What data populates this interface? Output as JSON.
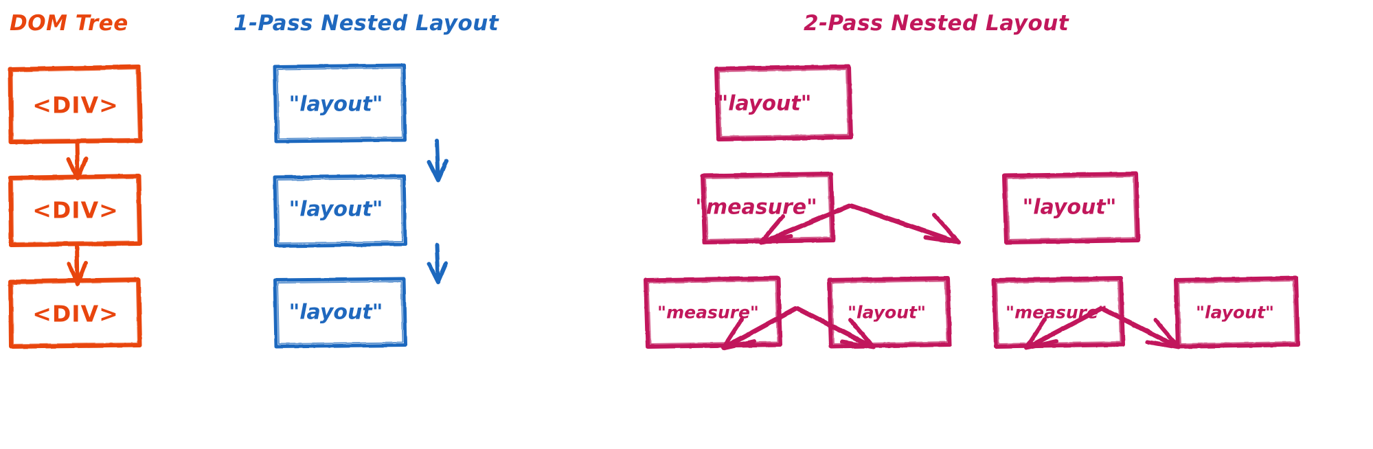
{
  "diagram": {
    "title_dom": "DOM Tree",
    "title_one_pass": "1-Pass Nested Layout",
    "title_two_pass": "2-Pass Nested Layout",
    "colors": {
      "dom": "#E8450E",
      "one_pass": "#1F68BE",
      "two_pass": "#C1175B",
      "background": "#FFFFFF"
    },
    "columns": [
      {
        "id": "dom-tree",
        "title": "DOM Tree",
        "color": "#E8450E",
        "kind": "chain",
        "nodes": [
          {
            "id": "dom-1",
            "label": "<DIV>"
          },
          {
            "id": "dom-2",
            "label": "<DIV>"
          },
          {
            "id": "dom-3",
            "label": "<DIV>"
          }
        ],
        "edges": [
          {
            "from": "dom-1",
            "to": "dom-2"
          },
          {
            "from": "dom-2",
            "to": "dom-3"
          }
        ]
      },
      {
        "id": "one-pass",
        "title": "1-Pass Nested Layout",
        "color": "#1F68BE",
        "kind": "chain",
        "nodes": [
          {
            "id": "op-1",
            "label": "\"layout\""
          },
          {
            "id": "op-2",
            "label": "\"layout\""
          },
          {
            "id": "op-3",
            "label": "\"layout\""
          }
        ],
        "edges": [
          {
            "from": "op-1",
            "to": "op-2"
          },
          {
            "from": "op-2",
            "to": "op-3"
          }
        ]
      },
      {
        "id": "two-pass",
        "title": "2-Pass Nested Layout",
        "color": "#C1175B",
        "kind": "tree",
        "nodes": [
          {
            "id": "tp-root",
            "label": "\"layout\"",
            "level": 0
          },
          {
            "id": "tp-m-1",
            "label": "\"measure\"",
            "level": 1
          },
          {
            "id": "tp-l-1",
            "label": "\"layout\"",
            "level": 1
          },
          {
            "id": "tp-m-2",
            "label": "\"measure\"",
            "level": 2
          },
          {
            "id": "tp-l-2",
            "label": "\"layout\"",
            "level": 2
          },
          {
            "id": "tp-m-3",
            "label": "\"measure\"",
            "level": 2
          },
          {
            "id": "tp-l-3",
            "label": "\"layout\"",
            "level": 2
          }
        ],
        "edges": [
          {
            "from": "tp-root",
            "to": "tp-m-1"
          },
          {
            "from": "tp-root",
            "to": "tp-l-1"
          },
          {
            "from": "tp-m-1",
            "to": "tp-m-2"
          },
          {
            "from": "tp-m-1",
            "to": "tp-l-2"
          },
          {
            "from": "tp-l-1",
            "to": "tp-m-3"
          },
          {
            "from": "tp-l-1",
            "to": "tp-l-3"
          }
        ]
      }
    ],
    "labels": {
      "dom_1": "<DIV>",
      "dom_2": "<DIV>",
      "dom_3": "<DIV>",
      "op_1": "\"layout\"",
      "op_2": "\"layout\"",
      "op_3": "\"layout\"",
      "tp_root": "\"layout\"",
      "tp_m1": "\"measure\"",
      "tp_l1": "\"layout\"",
      "tp_m2": "\"measure\"",
      "tp_l2": "\"layout\"",
      "tp_m3": "\"measure\"",
      "tp_l3": "\"layout\""
    }
  }
}
